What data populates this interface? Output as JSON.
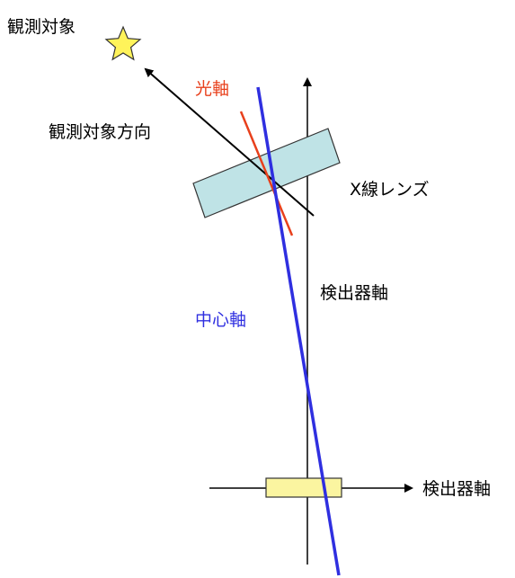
{
  "labels": {
    "target": "観測対象",
    "target_direction": "観測対象方向",
    "optical_axis": "光軸",
    "xray_lens": "X線レンズ",
    "detector_axis_vertical": "検出器軸",
    "center_axis": "中心軸",
    "detector_axis_horizontal": "検出器軸"
  },
  "colors": {
    "optical_axis": "#e8401c",
    "center_axis": "#2f2fe0",
    "lens_fill": "#bfe3e6",
    "detector_fill": "#fbf5a0",
    "star_fill": "#fff35a",
    "text": "#000000"
  }
}
